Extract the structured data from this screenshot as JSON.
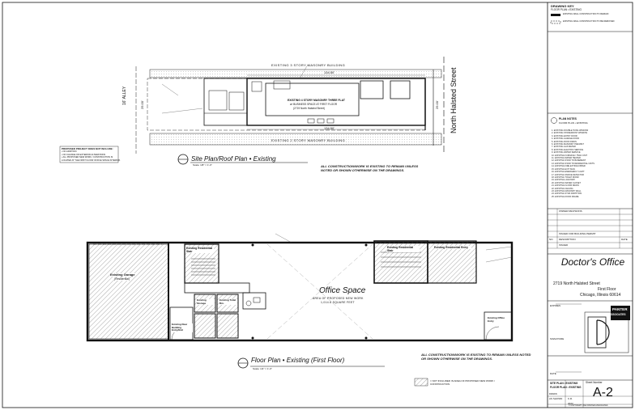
{
  "drawing_key": {
    "title": "DRAWING KEY",
    "subtitle": "FLOOR PLAN • EXISTING",
    "items": [
      "EXISTING WALL CONSTRUCTION TO REMAIN",
      "EXISTING WALL CONSTRUCTION TO BE REMOVED"
    ]
  },
  "site_plan": {
    "north_label": "North Halsted Street",
    "alley_label": "16' ALLEY",
    "top_building": "EXISTING 3 STORY MASONRY BUILDING",
    "bottom_building": "EXISTING 2 STORY MASONRY BUILDING",
    "dim_top": "134.50'",
    "dim_bottom": "134.50'",
    "dim_left": "25.00'",
    "dim_right": "25.00'",
    "main_building": "EXISTING 4 STORY MASONRY THREE FLAT",
    "main_building_2": "w/ BUSINESS SPACE AT FIRST FLOOR",
    "main_building_3": "(2719 North Halsted Street)",
    "title": "Site Plan/Roof Plan • Existing",
    "scale": "Scale: 1/8\" = 1'-0\"",
    "note": "ALL CONSTRUCTION/WORK IS EXISTING TO REMAIN UNLESS NOTED OR SHOWN OTHERWISE ON THE DRAWINGS."
  },
  "scope_note": {
    "title": "PROPOSED PROJECT DOES NOT INCLUDE:",
    "lines": [
      "• NO ADDITION",
      "• NO CHANGE OR EXTERIOR ALTERATIONS",
      "• ALL PROPOSED NEW WORK / CONSTRUCTION IS",
      "LOCATED AT THE FIRST FLOOR OFFICE SPACE INTERIOR."
    ]
  },
  "plan_notes": {
    "title": "PLAN NOTES",
    "subtitle": "FLOOR PLAN • EXISTING",
    "lines": [
      "1. EXISTING DOUBLE HUNG WINDOW",
      "2. EXISTING STOREFRONT WINDOW",
      "3. EXISTING ENTRY DOOR",
      "4. EXISTING GARAGE DOOR",
      "5. EXISTING ROOF DRAIN",
      "6. EXISTING MASONRY PARAPET",
      "7. EXISTING GAS METER",
      "8. EXISTING ELECTRIC SERVICE",
      "9. EXISTING WATER SERVICE",
      "10. EXISTING FURNACE / HVAC UNIT",
      "11. EXISTING WATER HEATER",
      "12. EXISTING STAIR TO BASEMENT",
      "13. EXISTING STAIR TO RESIDENTIAL UNITS",
      "14. EXISTING FIRE EXTINGUISHER",
      "15. EXISTING EXIT SIGN",
      "16. EXISTING EMERGENCY LIGHT",
      "17. EXISTING SMOKE DETECTOR",
      "18. EXISTING TOILET ROOM",
      "19. EXISTING LAVATORY",
      "20. EXISTING WATER CLOSET",
      "21. EXISTING FLOOR DRAIN",
      "22. EXISTING CEILING",
      "23. EXISTING MASONRY WALL",
      "24. EXISTING STUD PARTITION",
      "25. EXISTING DOOR FRAME"
    ]
  },
  "floor_plan": {
    "office_label": "Office Space",
    "office_sub": "AREA OF PROPOSED NEW WORK",
    "office_area": "1,014.8 SQUARE FEET",
    "garage_label": "Existing Garage",
    "garage_sub": "(Residential)",
    "res_stair_left": "Existing Residential Stair",
    "res_stair_right": "Existing Residential Stair",
    "res_entry": "Existing Residential Entry",
    "storage": "Existing Storage",
    "toilet": "Existing Toilet Rm.",
    "office_entry": "Existing Office Entry",
    "rear_entry": "Existing Rear Building Entry/Exit",
    "title": "Floor Plan • Existing (First Floor)",
    "scale": "Scale: 1/4\" = 1'-0\"",
    "note": "ALL CONSTRUCTION/WORK IS EXISTING TO REMAIN UNLESS NOTED OR SHOWN OTHERWISE ON THE DRAWINGS.",
    "legend": "= NOT INCLUDED IN AREA OF PROPOSED NEW WORK / CONSTRUCTION"
  },
  "title_block": {
    "revisions_header": "OWNER REVISIONS",
    "rev_row": "ISSUED FOR BUILDING PERMIT",
    "col_no": "NO.",
    "col_desc": "DESCRIPTION",
    "col_date": "DATE",
    "issued": "ISSUED",
    "project_title": "Doctor's Office",
    "address_1": "2719 North Halsted Street",
    "address_2": "First Floor",
    "address_3": "Chicago, Illinois 60614",
    "expires": "EXPIRES",
    "firm_1": "PANTER",
    "firm_2": "ASSOCIATES",
    "signature": "SIGNATURE",
    "date_label": "DATE",
    "sheet_desc_1": "SITE PLAN • EXISTING",
    "sheet_desc_2": "FLOOR PLAN • EXISTING",
    "drawn_label": "DRAWN",
    "drawn_val": "AS SHOWN",
    "checked_val": "K.R.",
    "date_val": "2022",
    "sheet_label": "Sheet Number",
    "sheet_number": "A-2",
    "copyright": "© COPYRIGHT 2022 PANTER ASSOCIATES"
  },
  "colors": {
    "line": "#111111",
    "hatch": "#555555",
    "paper": "#ffffff"
  }
}
